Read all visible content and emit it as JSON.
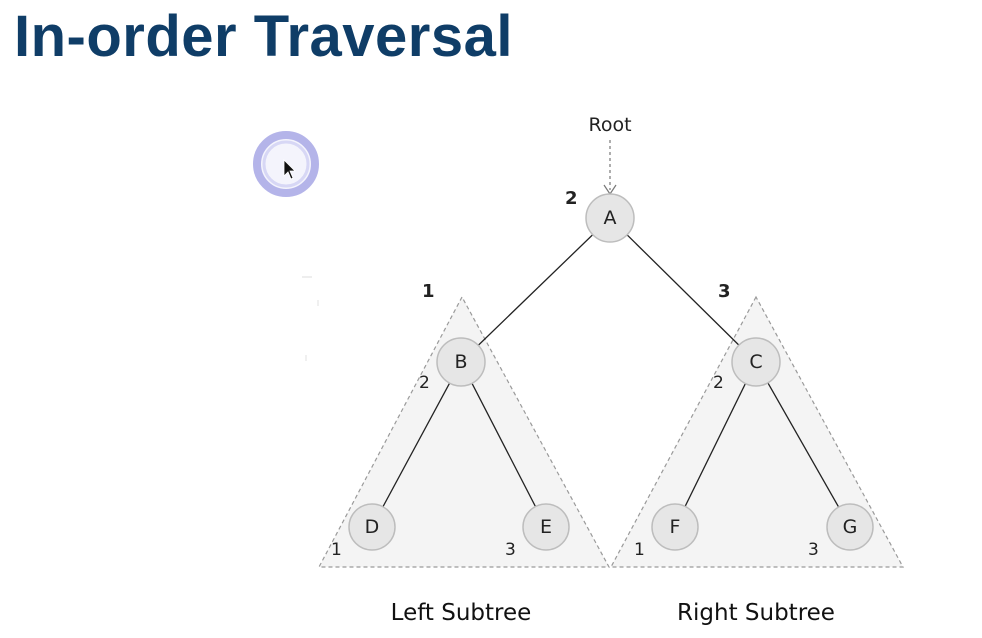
{
  "slide": {
    "title": "In-order Traversal"
  },
  "diagram": {
    "root_label": "Root",
    "root_node": {
      "label": "A",
      "order": "2"
    },
    "left_subtree": {
      "caption": "Left Subtree",
      "order": "1",
      "nodes": [
        {
          "label": "B",
          "order": "2"
        },
        {
          "label": "D",
          "order": "1"
        },
        {
          "label": "E",
          "order": "3"
        }
      ]
    },
    "right_subtree": {
      "caption": "Right Subtree",
      "order": "3",
      "nodes": [
        {
          "label": "C",
          "order": "2"
        },
        {
          "label": "F",
          "order": "1"
        },
        {
          "label": "G",
          "order": "3"
        }
      ]
    }
  },
  "colors": {
    "title": "#0f3d67",
    "node_fill": "#e6e6e6",
    "cursor_ring": "#9a9ae0"
  }
}
